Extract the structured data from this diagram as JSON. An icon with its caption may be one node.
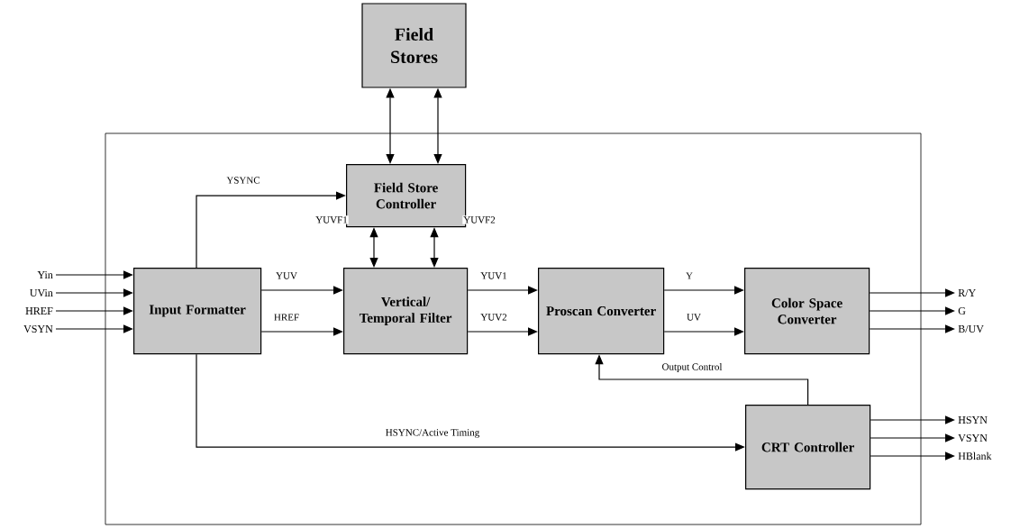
{
  "diagram": {
    "nodes": [
      {
        "text": [
          "Field Stores"
        ]
      },
      {
        "text": [],
        "shape": "box"
      },
      {
        "text": [
          "Field Store Controller"
        ],
        "in": 1
      },
      {
        "text": [
          "Input Formatter"
        ],
        "in": 1
      },
      {
        "text": [
          "Vertical/ Temporal Filter"
        ],
        "in": 1
      },
      {
        "text": [
          "Proscan Converter"
        ],
        "in": 1
      },
      {
        "text": [
          "Color Space Converter"
        ],
        "in": 1
      },
      {
        "text": [
          "CRT Controller"
        ],
        "in": 1
      },
      {
        "text": [
          "Yin"
        ]
      },
      {
        "text": [
          "UVin"
        ]
      },
      {
        "text": [
          "HREF"
        ]
      },
      {
        "text": [
          "VSYN"
        ]
      },
      {
        "text": [
          "R/Y"
        ]
      },
      {
        "text": [
          "G"
        ]
      },
      {
        "text": [
          "B/UV"
        ]
      },
      {
        "text": [
          "HSYN"
        ]
      },
      {
        "text": [
          "VSYN"
        ]
      },
      {
        "text": [
          "HBlank"
        ]
      }
    ],
    "edges": [
      {
        "from": 0,
        "to": 2,
        "arrow": "both"
      },
      {
        "from": 0,
        "to": 2,
        "arrow": "both"
      },
      {
        "from": 3,
        "to": 2,
        "arrow": "to",
        "label": "YSYNC"
      },
      {
        "from": 2,
        "to": 4,
        "arrow": "both",
        "label": "YUVF1"
      },
      {
        "from": 2,
        "to": 4,
        "arrow": "both",
        "label": "YUVF2"
      },
      {
        "from": 3,
        "to": 4,
        "arrow": "to",
        "label": "YUV"
      },
      {
        "from": 3,
        "to": 4,
        "arrow": "to",
        "label": "HREF"
      },
      {
        "from": 4,
        "to": 5,
        "arrow": "to",
        "label": "YUV1"
      },
      {
        "from": 4,
        "to": 5,
        "arrow": "to",
        "label": "YUV2"
      },
      {
        "from": 5,
        "to": 6,
        "arrow": "to",
        "label": "Y"
      },
      {
        "from": 5,
        "to": 6,
        "arrow": "to",
        "label": "UV"
      },
      {
        "from": 7,
        "to": 5,
        "arrow": "to",
        "label": "Output Control"
      },
      {
        "from": 3,
        "to": 7,
        "arrow": "to",
        "label": "HSYNC/Active Timing"
      },
      {
        "from": 8,
        "to": 3,
        "arrow": "to"
      },
      {
        "from": 9,
        "to": 3,
        "arrow": "to"
      },
      {
        "from": 10,
        "to": 3,
        "arrow": "to"
      },
      {
        "from": 11,
        "to": 3,
        "arrow": "to"
      },
      {
        "from": 6,
        "to": 12,
        "arrow": "to"
      },
      {
        "from": 6,
        "to": 13,
        "arrow": "to"
      },
      {
        "from": 6,
        "to": 14,
        "arrow": "to"
      },
      {
        "from": 7,
        "to": 15,
        "arrow": "to"
      },
      {
        "from": 7,
        "to": 16,
        "arrow": "to"
      },
      {
        "from": 7,
        "to": 17,
        "arrow": "to"
      }
    ]
  }
}
